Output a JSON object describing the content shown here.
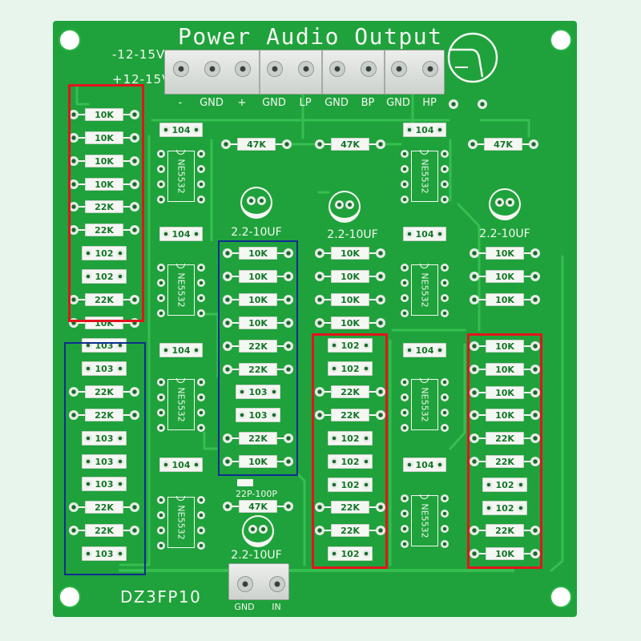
{
  "board": {
    "title": "Power Audio Output",
    "model_label": "DZ3FP10",
    "power_rails": [
      "-12-15V",
      "+12-15V"
    ],
    "output_terminals": [
      "-",
      "GND",
      "+",
      "GND",
      "LP",
      "GND",
      "BP",
      "GND",
      "HP"
    ],
    "input_terminals": [
      "GND",
      "IN"
    ],
    "logo_icon": "filter-logo-icon",
    "colors": {
      "background": "#e7f5ed",
      "board": "#1fa23b",
      "copper": "#36bf51",
      "silkscreen": "#f5f7f3",
      "highlight_red": "#e2141c",
      "highlight_blue": "#0f2d8f"
    }
  },
  "resistor_columns": [
    [
      "10K",
      "10K",
      "10K",
      "10K",
      "22K",
      "22K",
      "102",
      "102",
      "22K",
      "10K",
      "103",
      "103",
      "22K",
      "22K",
      "103",
      "103",
      "103",
      "22K",
      "22K",
      "103"
    ],
    [
      "10K",
      "10K",
      "10K",
      "10K",
      "22K",
      "22K",
      "103",
      "103",
      "22K",
      "10K"
    ],
    [
      "10K",
      "10K",
      "10K",
      "10K",
      "102",
      "102",
      "22K",
      "22K",
      "102",
      "102",
      "102",
      "22K",
      "22K",
      "102"
    ],
    [
      "10K",
      "10K",
      "10K",
      "10K",
      "10K",
      "10K",
      "10K",
      "22K",
      "22K",
      "102",
      "102",
      "22K",
      "10K"
    ]
  ],
  "ceramic_caps": [
    "104",
    "104",
    "104",
    "104",
    "104",
    "104",
    "104",
    "104"
  ],
  "op_amps": [
    "NE5532",
    "NE5532",
    "NE5532",
    "NE5532",
    "NE5532",
    "NE5532",
    "NE5532",
    "NE5532"
  ],
  "resistors_47k": [
    "47K",
    "47K",
    "47K",
    "47K"
  ],
  "electrolytic_caps": [
    "2.2-10UF",
    "2.2-10UF",
    "2.2-10UF",
    "2.2-10UF"
  ],
  "trimmer_cap": "22P-100P"
}
